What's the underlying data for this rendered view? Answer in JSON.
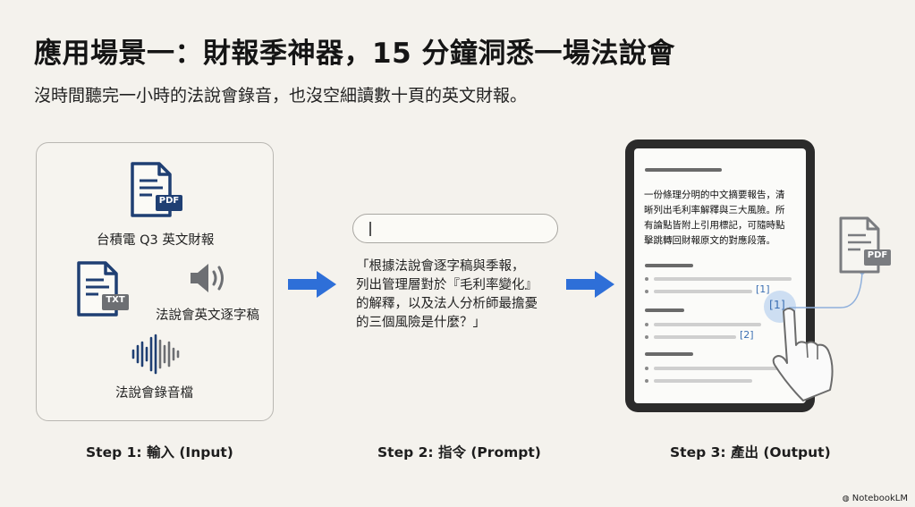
{
  "header": {
    "title": "應用場景一：財報季神器，15 分鐘洞悉一場法說會",
    "subtitle": "沒時間聽完一小時的法說會錄音，也沒空細讀數十頁的英文財報。"
  },
  "input": {
    "items": [
      {
        "icon": "pdf-file-icon",
        "badge": "PDF",
        "label": "台積電 Q3 英文財報"
      },
      {
        "icon": "txt-file-icon",
        "badge": "TXT"
      },
      {
        "icon": "speaker-icon",
        "label": "法說會英文逐字稿"
      },
      {
        "icon": "waveform-icon",
        "label": "法說會錄音檔"
      }
    ]
  },
  "prompt": {
    "lines": [
      "「根據法說會逐字稿與季報，",
      "列出管理層對於『毛利率變化』",
      "的解釋，以及法人分析師最擔憂",
      "的三個風險是什麼？」"
    ]
  },
  "output": {
    "summary_lines": [
      "一份條理分明的中文摘要報告，清",
      "晰列出毛利率解釋與三大風險。所",
      "有論點皆附上引用標記，可隨時點",
      "擊跳轉回財報原文的對應段落。"
    ],
    "citations": [
      "[1]",
      "[1]",
      "[2]"
    ],
    "source_badge": "PDF"
  },
  "steps": [
    "Step 1: 輸入 (Input)",
    "Step 2: 指令 (Prompt)",
    "Step 3: 產出 (Output)"
  ],
  "brand": "NotebookLM",
  "colors": {
    "accent_blue": "#2e6fd8",
    "icon_navy": "#1f3f73",
    "background": "#f4f2ed"
  }
}
